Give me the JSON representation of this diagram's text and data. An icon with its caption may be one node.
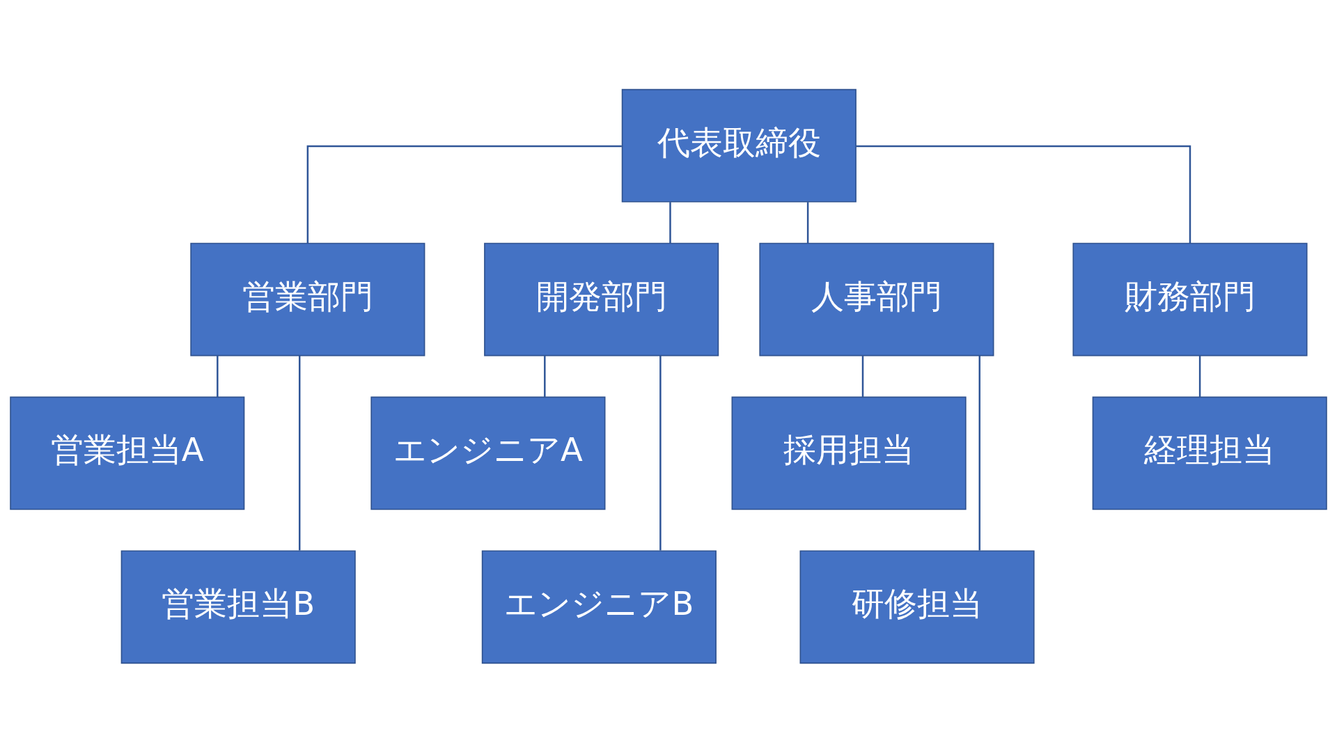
{
  "diagram": {
    "nodes": [
      {
        "text": [
          "代表取締役"
        ]
      },
      {
        "text": [
          "営業部門"
        ]
      },
      {
        "text": [
          "開発部門"
        ]
      },
      {
        "text": [
          "人事部門"
        ]
      },
      {
        "text": [
          "財務部門"
        ]
      },
      {
        "text": [
          "営業担当A"
        ]
      },
      {
        "text": [
          "エンジニアA"
        ]
      },
      {
        "text": [
          "採用担当"
        ]
      },
      {
        "text": [
          "経理担当"
        ]
      },
      {
        "text": [
          "営業担当B"
        ]
      },
      {
        "text": [
          "エンジニアB"
        ]
      },
      {
        "text": [
          "研修担当"
        ]
      }
    ],
    "edges": [
      {
        "from": 0,
        "to": 1,
        "arrow": "none"
      },
      {
        "from": 0,
        "to": 2,
        "arrow": "none"
      },
      {
        "from": 0,
        "to": 3,
        "arrow": "none"
      },
      {
        "from": 0,
        "to": 4,
        "arrow": "none"
      },
      {
        "from": 1,
        "to": 5,
        "arrow": "none"
      },
      {
        "from": 1,
        "to": 9,
        "arrow": "none"
      },
      {
        "from": 2,
        "to": 6,
        "arrow": "none"
      },
      {
        "from": 2,
        "to": 10,
        "arrow": "none"
      },
      {
        "from": 3,
        "to": 7,
        "arrow": "none"
      },
      {
        "from": 3,
        "to": 11,
        "arrow": "none"
      },
      {
        "from": 4,
        "to": 8,
        "arrow": "none"
      }
    ]
  }
}
